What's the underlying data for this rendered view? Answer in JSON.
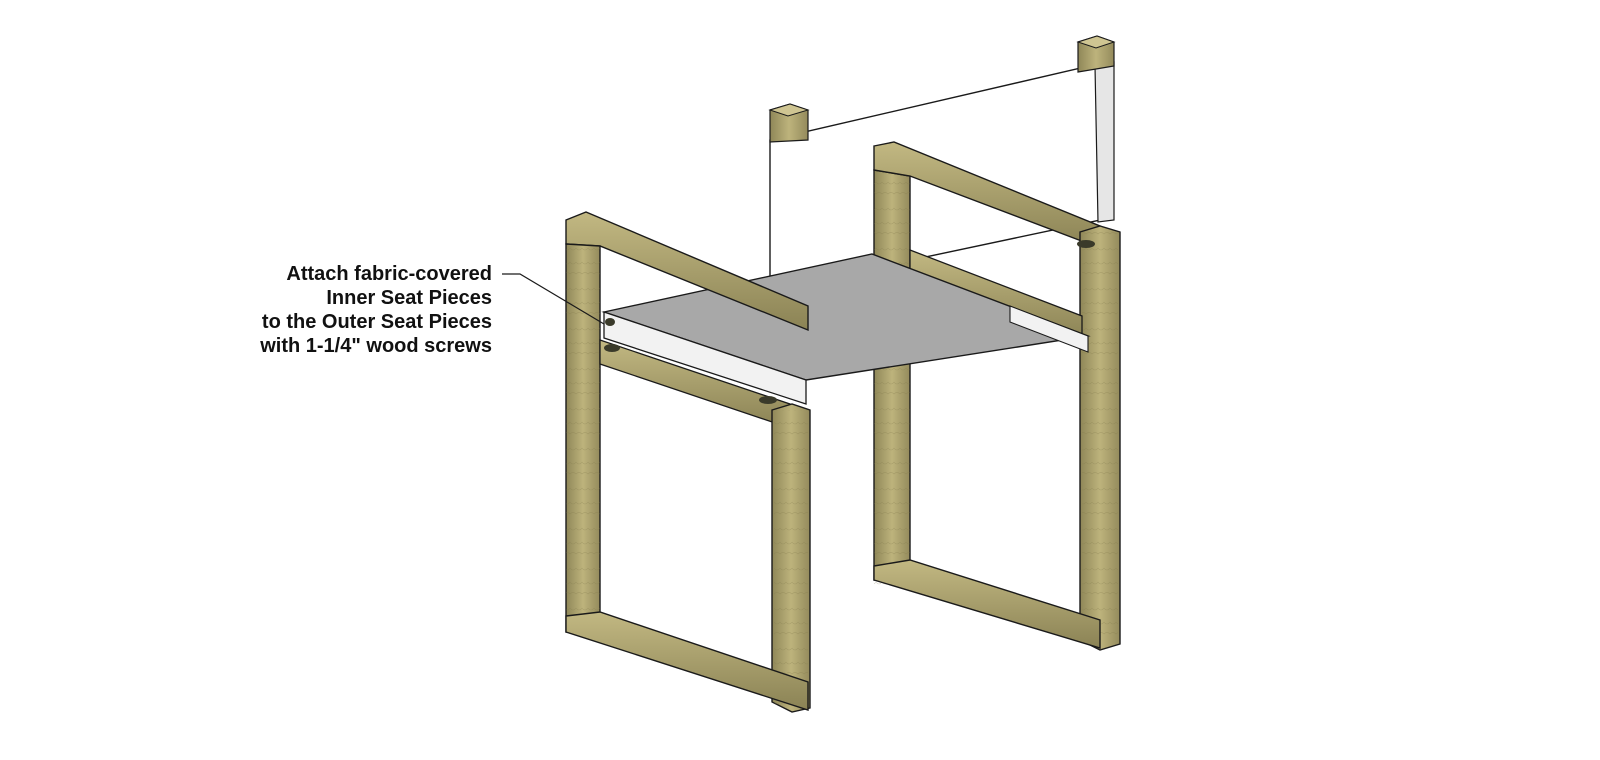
{
  "annotation": {
    "lines": [
      "Attach fabric-covered",
      "Inner Seat Pieces",
      "to the Outer Seat Pieces",
      "with 1-1/4\" wood screws"
    ]
  },
  "colors": {
    "wood": "#b7ad77",
    "wood_dark": "#8f8758",
    "wood_shadow": "#6f6a44",
    "seat_fabric": "#a8a8a8",
    "inner_seat_edge": "#f2f2f2",
    "back_panel": "#ffffff",
    "outline": "#1a1a1a"
  }
}
